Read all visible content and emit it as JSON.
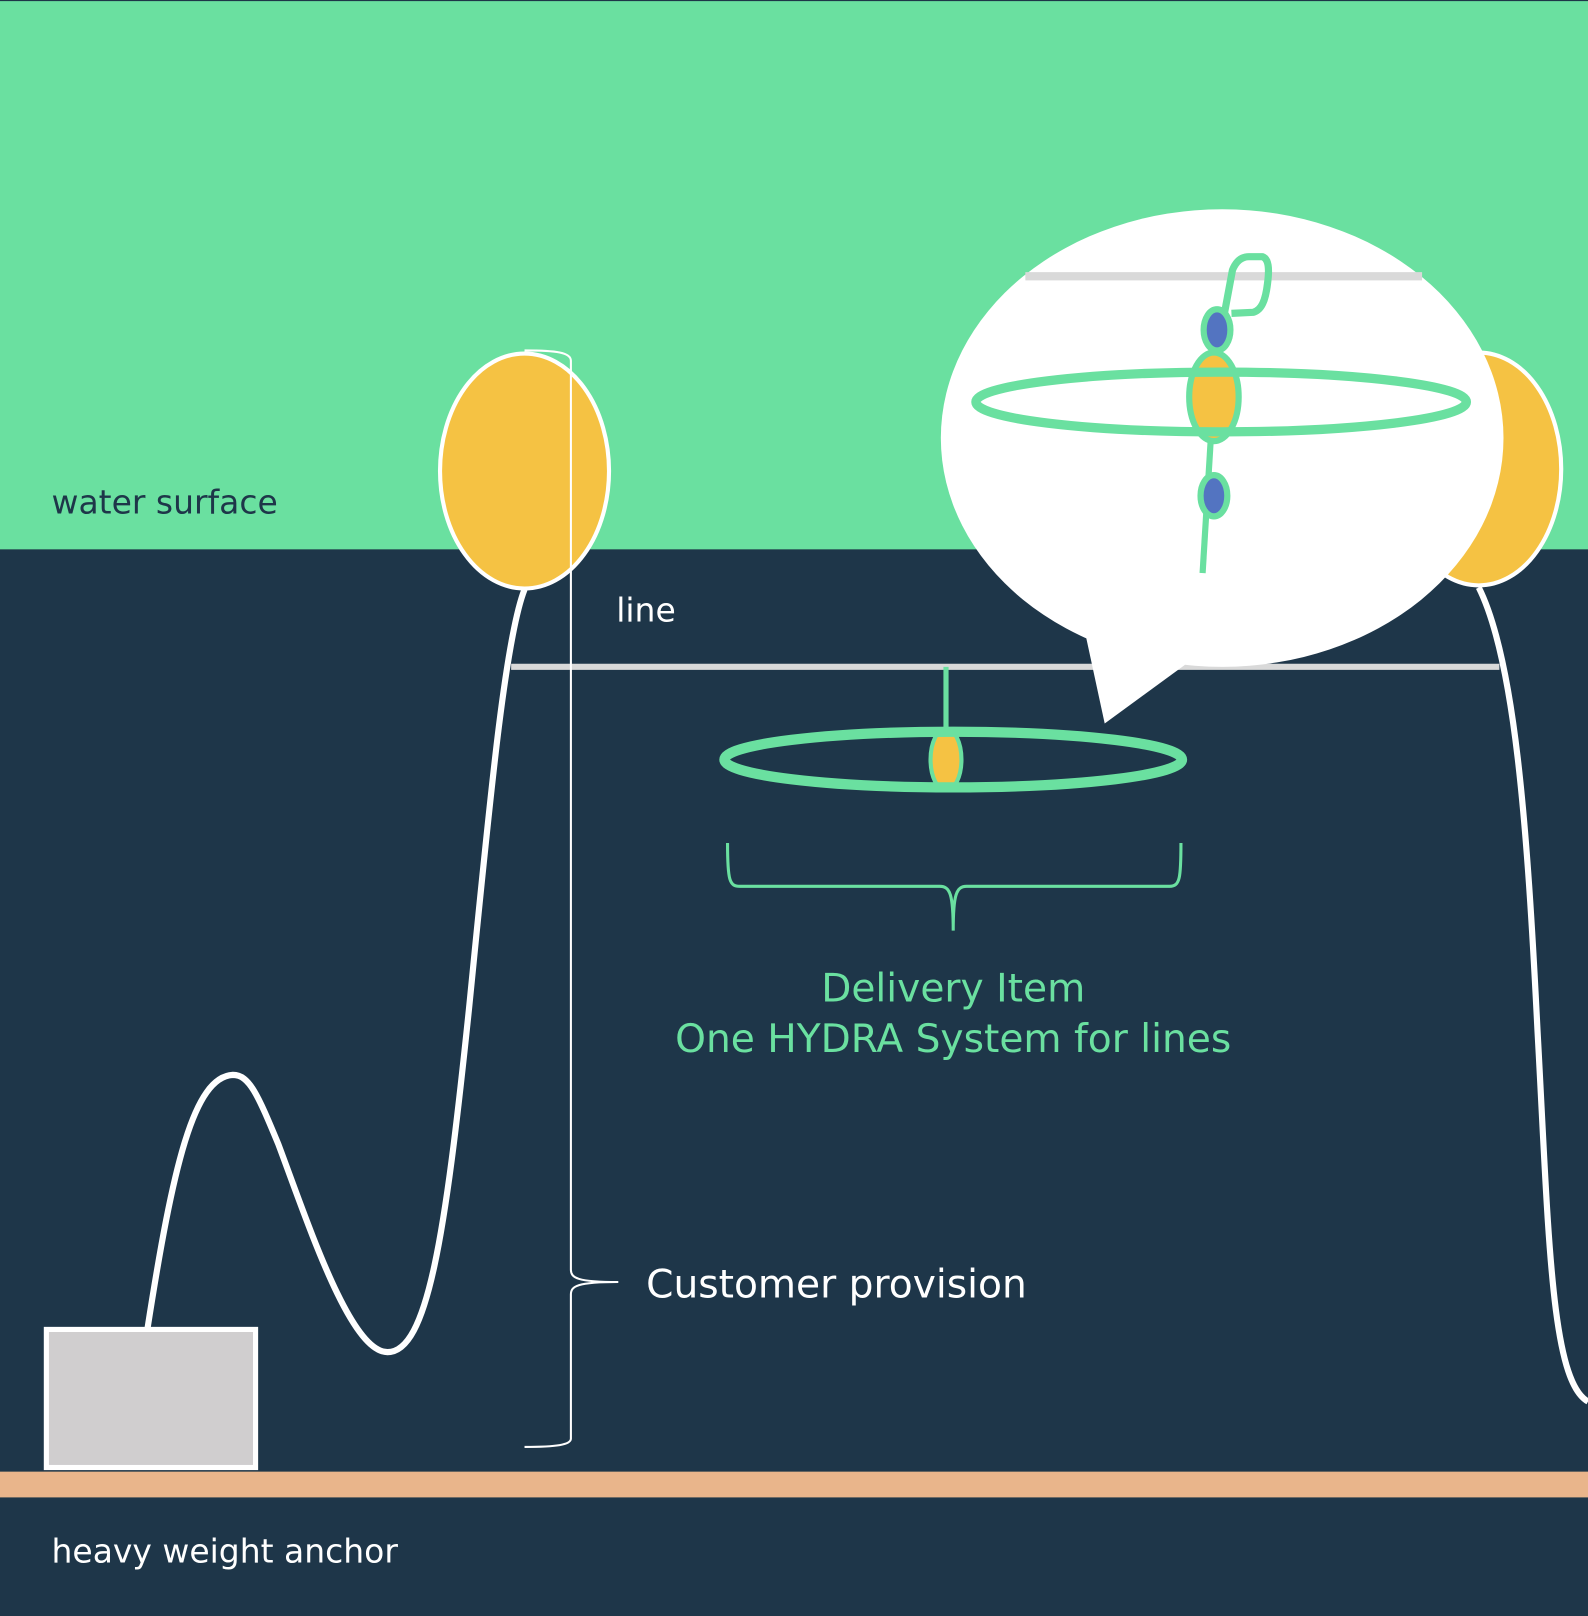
{
  "labels": {
    "water_surface": "water surface",
    "line": "line",
    "delivery_item": "Delivery Item",
    "hydra_system": "One HYDRA System for lines",
    "customer_provision": "Customer provision",
    "anchor": "heavy weight anchor"
  },
  "colors": {
    "water_surface": "#6AE0A0",
    "deep_water": "#1E3649",
    "seabed": "#E9B58B",
    "buoy": "#F5C243",
    "hydra_green": "#6AE0A0",
    "line_gray": "#D9D9D9",
    "anchor_gray": "#D0CECF",
    "marker_blue": "#5374C1"
  }
}
